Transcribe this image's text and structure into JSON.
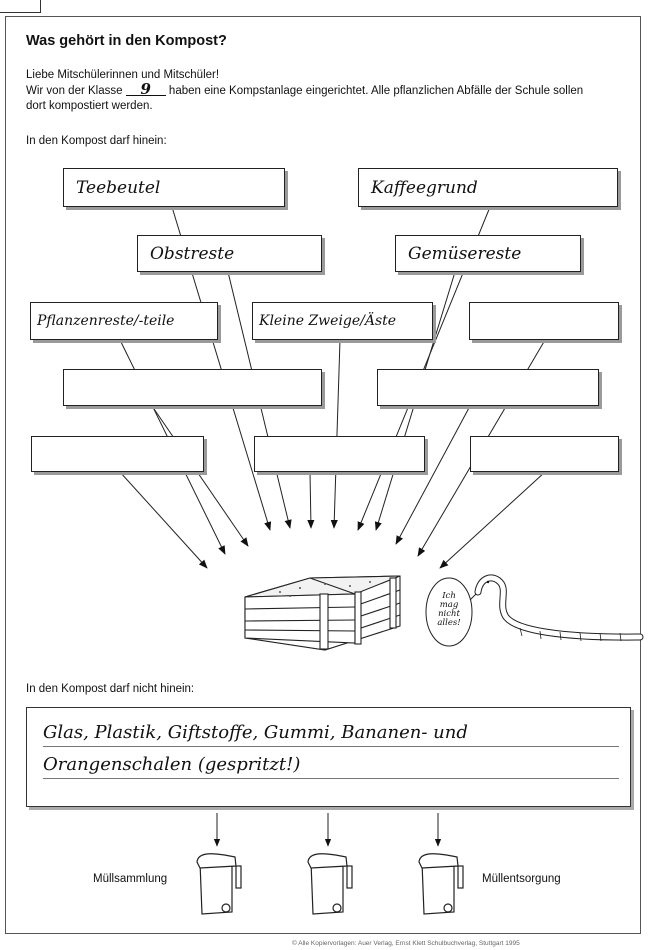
{
  "title": "Was gehört in den Kompost?",
  "intro": {
    "line1": "Liebe Mitschülerinnen und Mitschüler!",
    "line2_before": "Wir von der Klasse",
    "class_number": "9",
    "line2_after": "haben eine Kompstanlage eingerichtet. Alle pflanzlichen Abfälle der Schule sollen",
    "line3": "dort kompostiert werden."
  },
  "allowed_label": "In den Kompost darf hinein:",
  "allowed_items": [
    "Teebeutel",
    "Kaffeegrund",
    "Obstreste",
    "Gemüsereste",
    "Pflanzenreste/-teile",
    "Kleine Zweige/Äste",
    "",
    "",
    "",
    "",
    "",
    ""
  ],
  "worm_speech": [
    "Ich",
    "mag",
    "nicht",
    "alles!"
  ],
  "not_allowed_label": "In den Kompost darf nicht hinein:",
  "not_allowed_lines": [
    "Glas, Plastik, Giftstoffe, Gummi, Bananen- und",
    "Orangenschalen (gespritzt!)"
  ],
  "bins": {
    "left_label": "Müllsammlung",
    "right_label": "Müllentsorgung"
  },
  "footer": "© Alle Kopiervorlagen: Auer Verlag, Ernst Klett Schulbuchverlag, Stuttgart 1995"
}
